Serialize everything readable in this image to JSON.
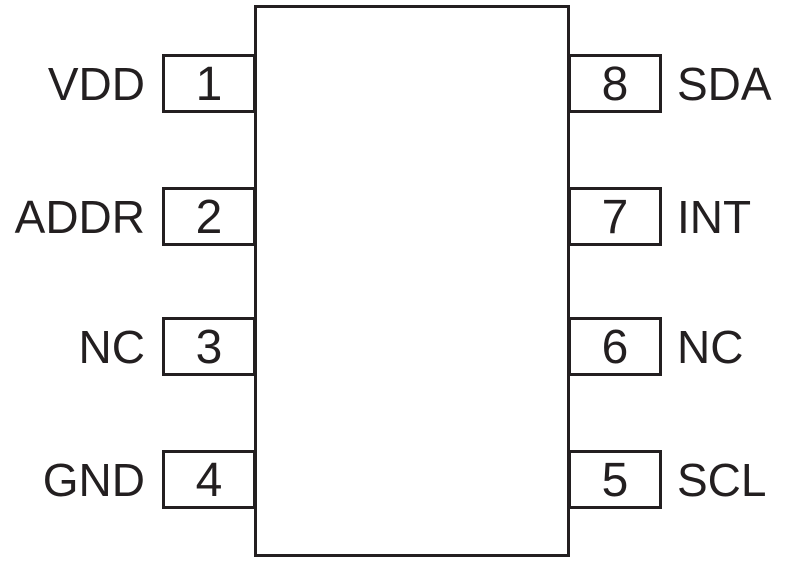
{
  "diagram_type": "ic-pinout",
  "colors": {
    "stroke": "#231f20",
    "background": "#ffffff"
  },
  "pins_left": [
    {
      "number": "1",
      "label": "VDD"
    },
    {
      "number": "2",
      "label": "ADDR"
    },
    {
      "number": "3",
      "label": "NC"
    },
    {
      "number": "4",
      "label": "GND"
    }
  ],
  "pins_right": [
    {
      "number": "8",
      "label": "SDA"
    },
    {
      "number": "7",
      "label": "INT"
    },
    {
      "number": "6",
      "label": "NC"
    },
    {
      "number": "5",
      "label": "SCL"
    }
  ]
}
